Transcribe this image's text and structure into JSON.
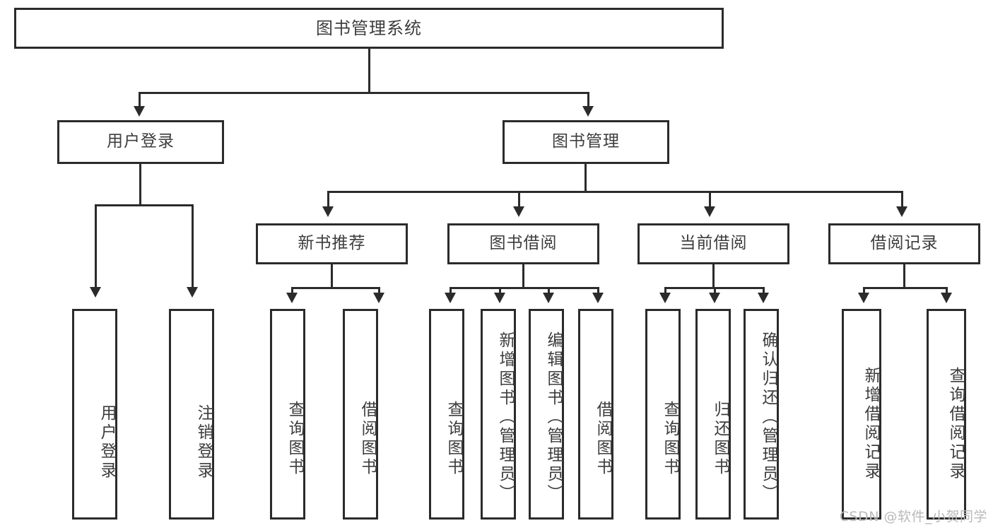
{
  "diagram": {
    "title": "图书管理系统",
    "type": "功能结构图",
    "root": {
      "label": "图书管理系统"
    },
    "level2": [
      {
        "label": "用户登录"
      },
      {
        "label": "图书管理"
      }
    ],
    "level3": [
      {
        "label": "新书推荐"
      },
      {
        "label": "图书借阅"
      },
      {
        "label": "当前借阅"
      },
      {
        "label": "借阅记录"
      }
    ],
    "leaves": [
      {
        "label": "用户登录"
      },
      {
        "label": "注销登录"
      },
      {
        "label": "查询图书"
      },
      {
        "label": "借阅图书"
      },
      {
        "label": "查询图书"
      },
      {
        "label": "新增图书（管理员）"
      },
      {
        "label": "编辑图书（管理员）"
      },
      {
        "label": "借阅图书"
      },
      {
        "label": "查询图书"
      },
      {
        "label": "归还图书"
      },
      {
        "label": "确认归还（管理员）"
      },
      {
        "label": "新增借阅记录"
      },
      {
        "label": "查询借阅记录"
      }
    ]
  },
  "watermark": {
    "text": "CSDN @软件_小贺同学"
  },
  "colors": {
    "border": "#2b2b2b",
    "text": "#3d3d3d",
    "background": "#ffffff",
    "watermark": "#b9b9b9"
  }
}
